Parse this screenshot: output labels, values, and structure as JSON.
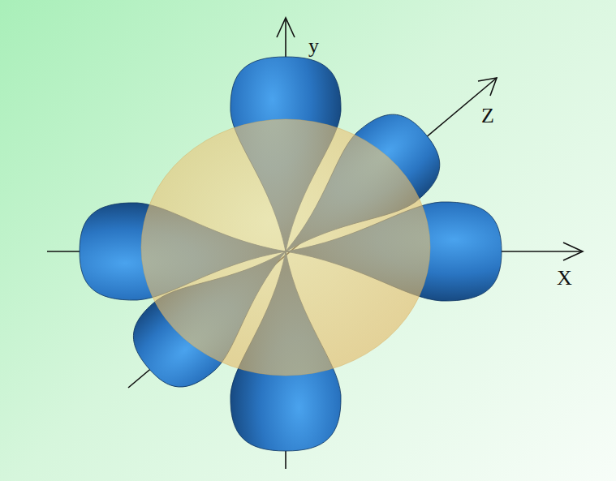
{
  "diagram": {
    "labels": [
      "y",
      "Z",
      "X"
    ]
  }
}
